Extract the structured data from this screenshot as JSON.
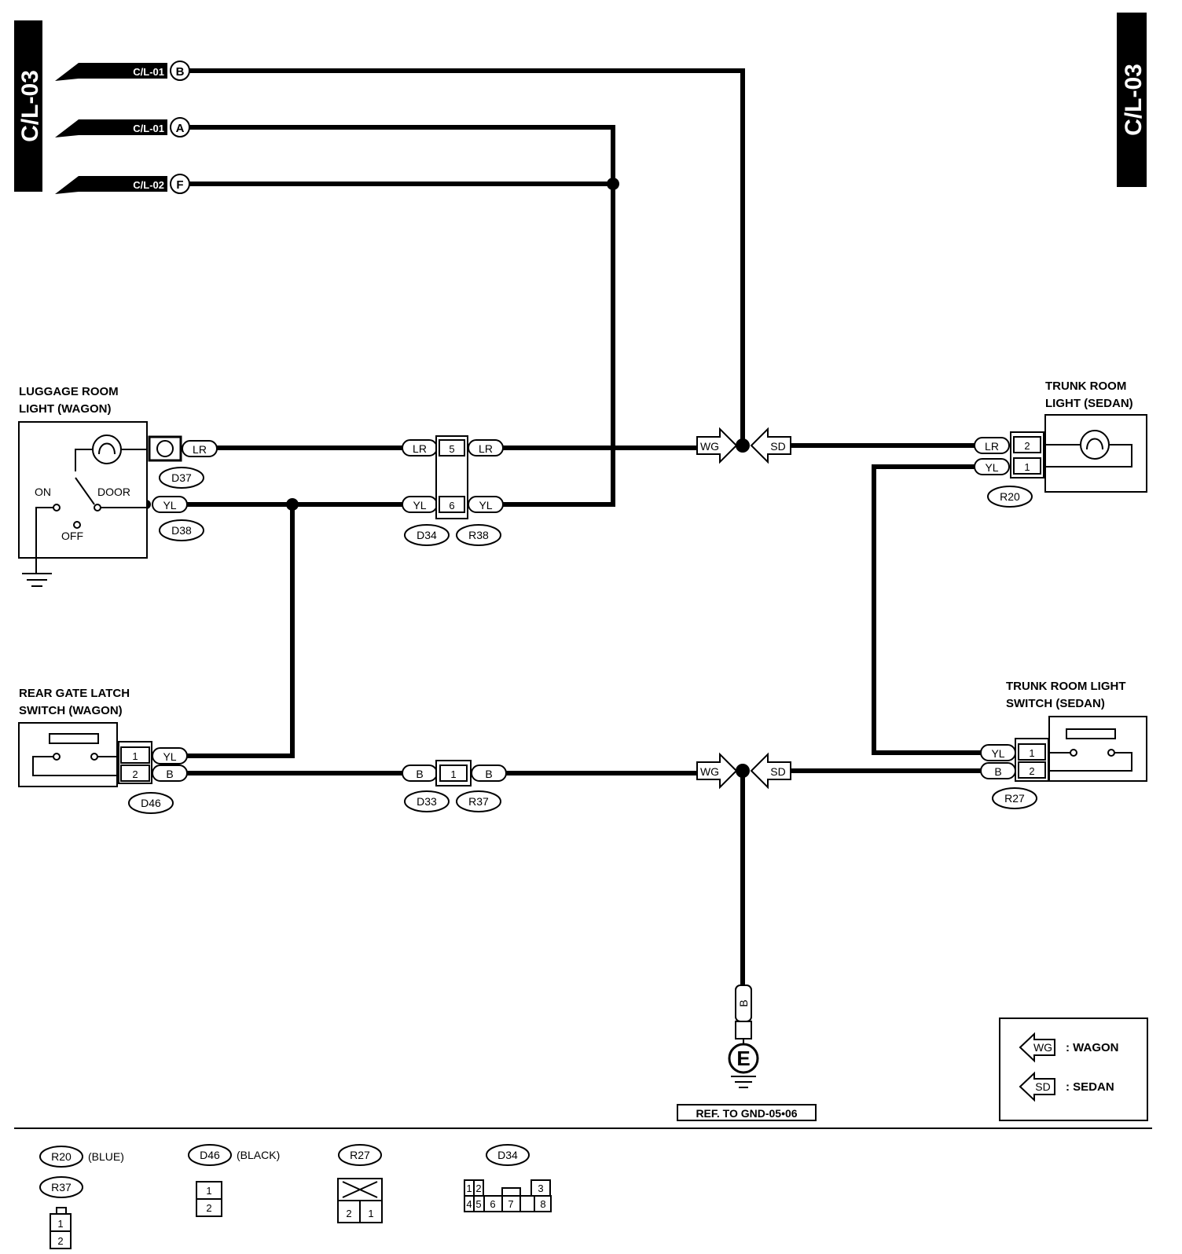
{
  "page_code": "C/L-03",
  "references": [
    {
      "code": "C/L-01",
      "pin": "B"
    },
    {
      "code": "C/L-01",
      "pin": "A"
    },
    {
      "code": "C/L-02",
      "pin": "F"
    }
  ],
  "components": {
    "luggage_room_light": {
      "line1": "LUGGAGE ROOM",
      "line2": "LIGHT (WAGON)",
      "on": "ON",
      "off": "OFF",
      "door": "DOOR"
    },
    "trunk_room_light": {
      "line1": "TRUNK ROOM",
      "line2": "LIGHT (SEDAN)"
    },
    "rear_gate_latch_switch": {
      "line1": "REAR GATE LATCH",
      "line2": "SWITCH (WAGON)"
    },
    "trunk_room_light_switch": {
      "line1": "TRUNK ROOM LIGHT",
      "line2": "SWITCH (SEDAN)"
    }
  },
  "wire_colors": {
    "lr": "LR",
    "yl": "YL",
    "b": "B"
  },
  "connectors": {
    "d37": "D37",
    "d38": "D38",
    "d34": "D34",
    "r38": "R38",
    "r20": "R20",
    "d46": "D46",
    "d33": "D33",
    "r37": "R37",
    "r27": "R27"
  },
  "pins": {
    "d34_top": "5",
    "d34_bottom": "6",
    "r20_top": "2",
    "r20_bottom": "1",
    "d46_top": "1",
    "d46_bottom": "2",
    "d33": "1",
    "r27_top": "1",
    "r27_bottom": "2"
  },
  "variants": {
    "wg": "WG",
    "sd": "SD"
  },
  "ground": {
    "label": "E",
    "wire": "B",
    "reference": "REF. TO GND-05•06"
  },
  "legend": {
    "wagon": ": WAGON",
    "sedan": ": SEDAN"
  },
  "connector_views": {
    "r20": {
      "name": "R20",
      "color": "(BLUE)"
    },
    "r37": {
      "name": "R37",
      "pins": [
        "1",
        "2"
      ]
    },
    "d46": {
      "name": "D46",
      "color": "(BLACK)",
      "pins": [
        "1",
        "2"
      ]
    },
    "r27": {
      "name": "R27",
      "pins": [
        "2",
        "1"
      ]
    },
    "d34": {
      "name": "D34",
      "pins": [
        "1",
        "2",
        "3",
        "4",
        "5",
        "6",
        "7",
        "8"
      ]
    }
  }
}
